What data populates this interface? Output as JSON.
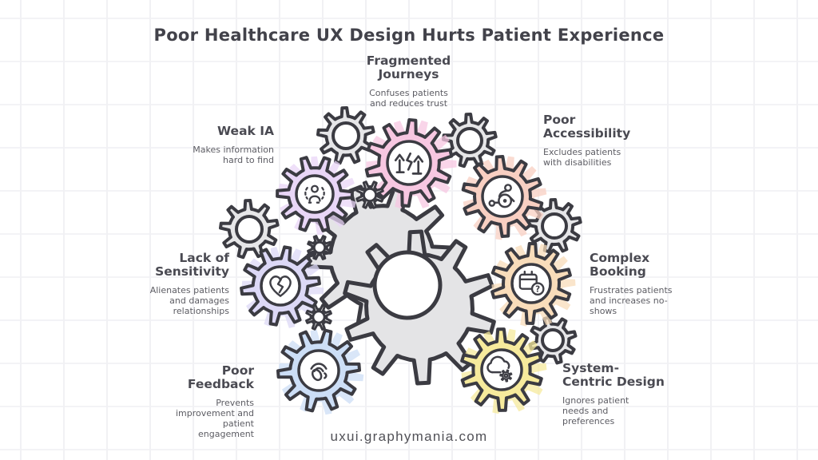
{
  "title": "Poor Healthcare UX Design Hurts Patient Experience",
  "footer": "uxui.graphymania.com",
  "colors": {
    "gear_outline": "#3b3b42",
    "gray_gear_fill": "#e6e6e8",
    "icon_stroke": "#3f3f46"
  },
  "factors": [
    {
      "id": "fragmented-journeys",
      "title": "Fragmented\nJourneys",
      "description": "Confuses patients\nand reduces trust",
      "color": "#f7c7e1",
      "icon": "broken-journey-icon"
    },
    {
      "id": "weak-ia",
      "title": "Weak IA",
      "description": "Makes information\nhard to find",
      "color": "#e9d6f7",
      "icon": "user-info-icon"
    },
    {
      "id": "poor-accessibility",
      "title": "Poor\nAccessibility",
      "description": "Excludes patients\nwith disabilities",
      "color": "#f8cfc2",
      "icon": "wheelchair-icon"
    },
    {
      "id": "lack-of-sensitivity",
      "title": "Lack of\nSensitivity",
      "description": "Alienates patients\nand damages\nrelationships",
      "color": "#dcd8f6",
      "icon": "broken-heart-icon"
    },
    {
      "id": "complex-booking",
      "title": "Complex\nBooking",
      "description": "Frustrates patients\nand increases no-\nshows",
      "color": "#f8dcba",
      "icon": "calendar-question-icon"
    },
    {
      "id": "poor-feedback",
      "title": "Poor\nFeedback",
      "description": "Prevents\nimprovement and\npatient\nengagement",
      "color": "#ccdef6",
      "icon": "muted-voice-icon"
    },
    {
      "id": "system-centric-design",
      "title": "System-\nCentric Design",
      "description": "Ignores patient\nneeds and\npreferences",
      "color": "#f6ea9c",
      "icon": "cloud-gear-icon"
    }
  ]
}
